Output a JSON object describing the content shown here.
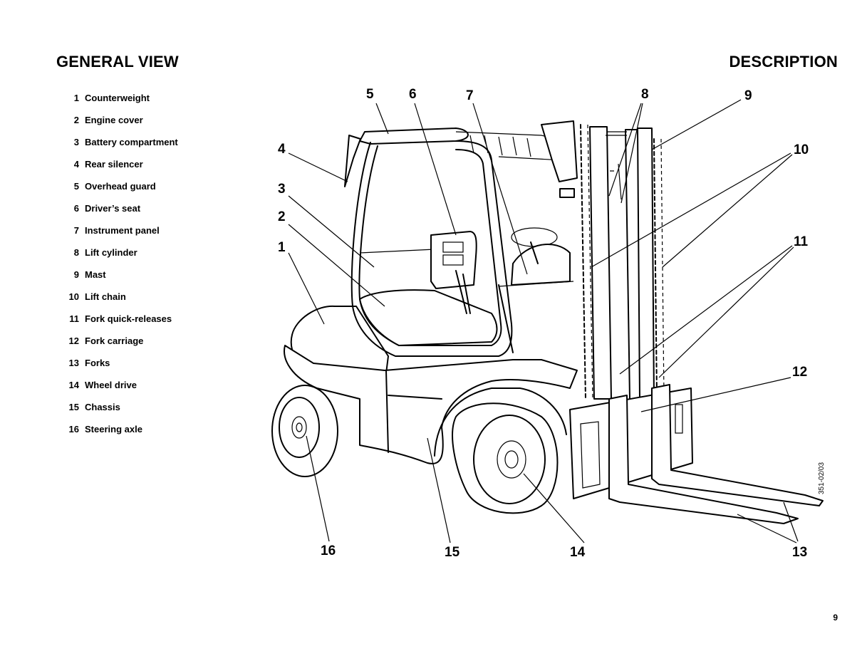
{
  "header": {
    "left_title": "GENERAL VIEW",
    "right_title": "DESCRIPTION"
  },
  "legend": [
    {
      "num": "1",
      "label": "Counterweight"
    },
    {
      "num": "2",
      "label": "Engine cover"
    },
    {
      "num": "3",
      "label": "Battery compartment"
    },
    {
      "num": "4",
      "label": "Rear silencer"
    },
    {
      "num": "5",
      "label": "Overhead guard"
    },
    {
      "num": "6",
      "label": "Driver’s seat"
    },
    {
      "num": "7",
      "label": "Instrument panel"
    },
    {
      "num": "8",
      "label": "Lift cylinder"
    },
    {
      "num": "9",
      "label": "Mast"
    },
    {
      "num": "10",
      "label": "Lift chain"
    },
    {
      "num": "11",
      "label": "Fork quick-releases"
    },
    {
      "num": "12",
      "label": "Fork carriage"
    },
    {
      "num": "13",
      "label": "Forks"
    },
    {
      "num": "14",
      "label": "Wheel drive"
    },
    {
      "num": "15",
      "label": "Chassis"
    },
    {
      "num": "16",
      "label": "Steering axle"
    }
  ],
  "figure": {
    "callouts": [
      "1",
      "2",
      "3",
      "4",
      "5",
      "6",
      "7",
      "8",
      "9",
      "10",
      "11",
      "12",
      "13",
      "14",
      "15",
      "16"
    ],
    "drawing_code": "351-02/03"
  },
  "footer": {
    "page_number": "9"
  }
}
